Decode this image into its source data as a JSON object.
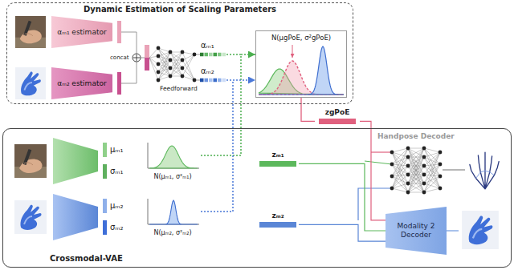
{
  "diagram": {
    "nodes": [
      {
        "text": [
          "Dynamic Estimation of Scaling Parameters"
        ]
      },
      {
        "text": [
          "αₘ₁ estimator"
        ],
        "in": 0
      },
      {
        "text": [
          "αₘ₂ estimator"
        ],
        "in": 0
      },
      {
        "text": [
          "N(μgPoE, σ²gPoE)"
        ],
        "in": 0
      },
      {
        "text": [
          "zgPoE"
        ]
      },
      {
        "text": [
          "Crossmodal-VAE"
        ]
      },
      {
        "text": [
          "N(μₘ₁, σ²ₘ₁)"
        ],
        "in": 5
      },
      {
        "text": [
          "N(μₘ₂, σ²ₘ₂)"
        ],
        "in": 5
      },
      {
        "text": [
          "zₘ₁"
        ],
        "in": 5
      },
      {
        "text": [
          "zₘ₂"
        ],
        "in": 5
      },
      {
        "text": [
          "Modality 2 Decoder"
        ],
        "in": 5
      }
    ],
    "edges": [
      {
        "from": 6,
        "to": 3,
        "arrow": "to"
      },
      {
        "from": 7,
        "to": 3,
        "arrow": "to"
      },
      {
        "from": 3,
        "to": 4,
        "arrow": "none"
      },
      {
        "from": 4,
        "to": 10,
        "arrow": "none"
      },
      {
        "from": 8,
        "to": 10,
        "arrow": "none"
      },
      {
        "from": 9,
        "to": 10,
        "arrow": "none"
      }
    ],
    "labels": [
      "concat",
      "Feedforward",
      "αₘ₁",
      "αₘ₂",
      "μₘ₁",
      "σₘ₁",
      "μₘ₂",
      "σₘ₂",
      "Handpose Decoder"
    ]
  }
}
